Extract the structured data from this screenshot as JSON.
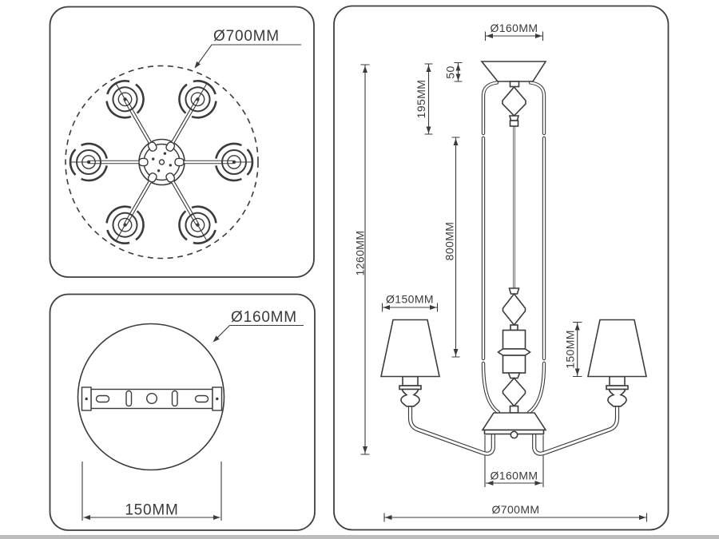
{
  "drawing_title": "chandelier-dimension-drawing",
  "colors": {
    "line": "#3b3b3b",
    "background": "#ffffff",
    "footer_strip": "#bdbdbd"
  },
  "panels": {
    "top_view": {
      "name": "chandelier top view (6 shades)",
      "diameter_label": "Ø700MM"
    },
    "canopy_view": {
      "name": "ceiling plate view",
      "diameter_label": "Ø160MM",
      "bracket_width_label": "150MM"
    },
    "side_view": {
      "name": "chandelier side elevation",
      "canopy_diameter_label": "Ø160MM",
      "canopy_height_label": "50",
      "suspension_rod_label": "195MM",
      "stem_length_label": "800MM",
      "total_height_label": "1260MM",
      "shade_diameter_label": "Ø150MM",
      "shade_height_label": "150MM",
      "hub_diameter_label": "Ø160MM",
      "total_width_label": "Ø700MM"
    }
  }
}
